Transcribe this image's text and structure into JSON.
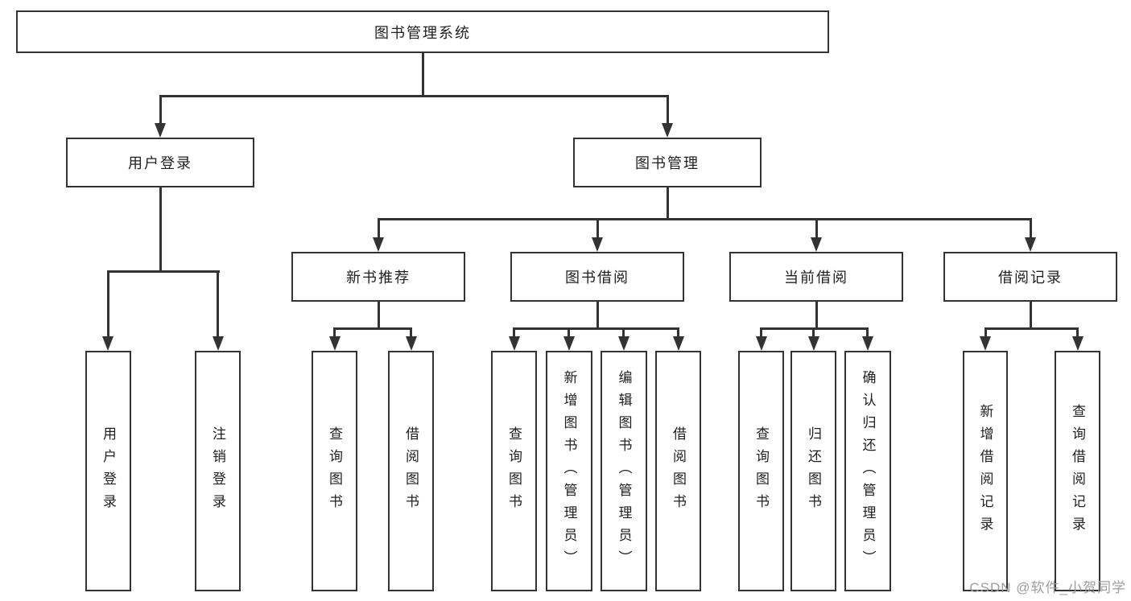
{
  "colors": {
    "line": "#333333",
    "text": "#1f1f1f",
    "watermark": "#9e9e9e",
    "background": "#ffffff"
  },
  "watermark": {
    "text": "CSDN @软件_小贺同学"
  },
  "diagram": {
    "type": "hierarchy-tree",
    "root": {
      "label": "图书管理系统"
    },
    "branches": [
      {
        "label": "用户登录",
        "children": [
          {
            "label": "用户登录"
          },
          {
            "label": "注销登录"
          }
        ]
      },
      {
        "label": "图书管理",
        "children": [
          {
            "label": "新书推荐",
            "children": [
              {
                "label": "查询图书"
              },
              {
                "label": "借阅图书"
              }
            ]
          },
          {
            "label": "图书借阅",
            "children": [
              {
                "label": "查询图书"
              },
              {
                "label": "新增图书（管理员）"
              },
              {
                "label": "编辑图书（管理员）"
              },
              {
                "label": "借阅图书"
              }
            ]
          },
          {
            "label": "当前借阅",
            "children": [
              {
                "label": "查询图书"
              },
              {
                "label": "归还图书"
              },
              {
                "label": "确认归还（管理员）"
              }
            ]
          },
          {
            "label": "借阅记录",
            "children": [
              {
                "label": "新增借阅记录"
              },
              {
                "label": "查询借阅记录"
              }
            ]
          }
        ]
      }
    ]
  }
}
